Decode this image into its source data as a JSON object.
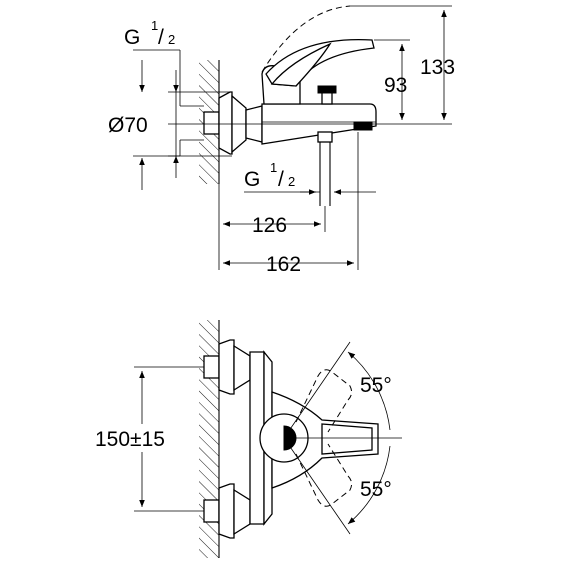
{
  "top_view": {
    "thread_inlet_label": "G",
    "thread_inlet_frac_num": "1",
    "thread_inlet_frac_den": "2",
    "diameter_label": "Ø70",
    "height_outlet_label": "93",
    "height_total_label": "133",
    "thread_outlet_label": "G",
    "thread_outlet_frac_num": "1",
    "thread_outlet_frac_den": "2",
    "depth_spout_label": "126",
    "depth_total_label": "162"
  },
  "bottom_view": {
    "spacing_label": "150±15",
    "angle_up_label": "55°",
    "angle_down_label": "55°"
  }
}
